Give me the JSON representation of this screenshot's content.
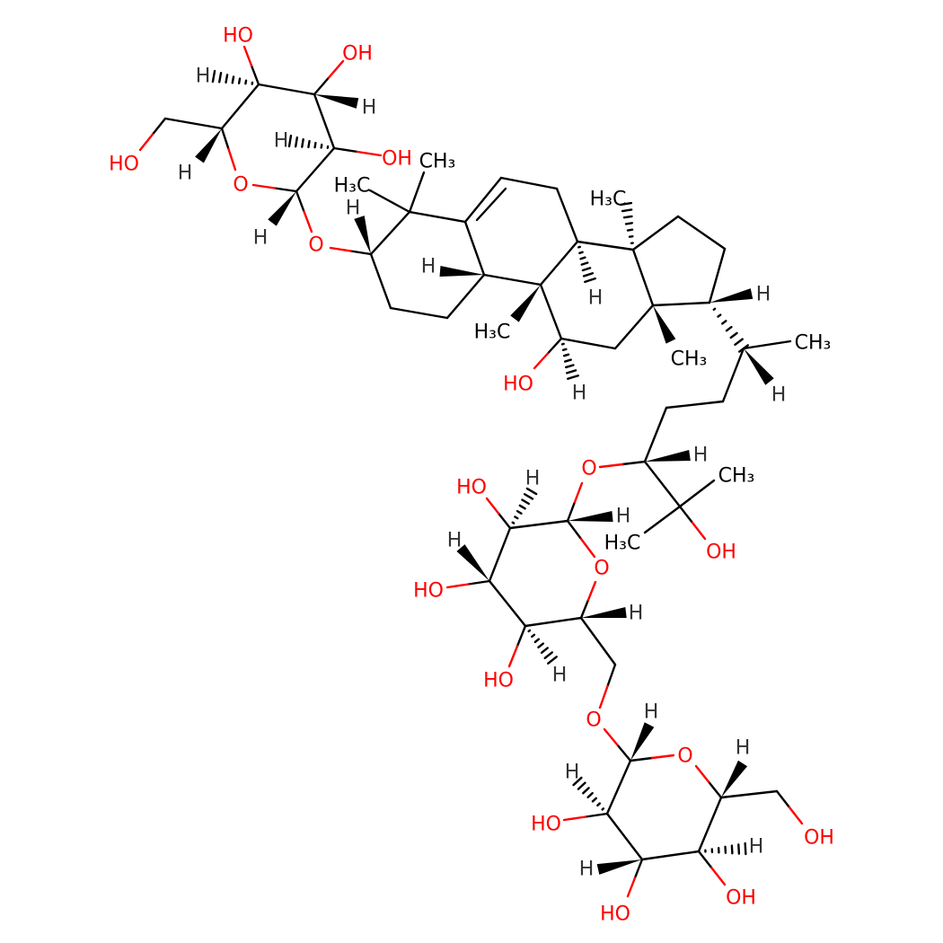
{
  "diagram": {
    "type": "skeletal chemical structure",
    "colors": {
      "bond": "#000000",
      "oxygen": "#ff0000",
      "hydrogen": "#333333"
    },
    "labels": [
      "HO",
      "OH",
      "H",
      "H",
      "H",
      "OH",
      "HO",
      "H",
      "O",
      "H",
      "O",
      "CH₃",
      "H₃C",
      "H",
      "H",
      "H₃C",
      "HO",
      "H",
      "H",
      "H₃C",
      "CH₃",
      "H",
      "CH₃",
      "H",
      "H",
      "O",
      "CH₃",
      "H₃C",
      "OH",
      "HO",
      "H",
      "H",
      "O",
      "H",
      "HO",
      "H",
      "H",
      "HO",
      "O",
      "H",
      "O",
      "H",
      "HO",
      "H",
      "H",
      "OH",
      "H",
      "OH",
      "HO"
    ]
  }
}
